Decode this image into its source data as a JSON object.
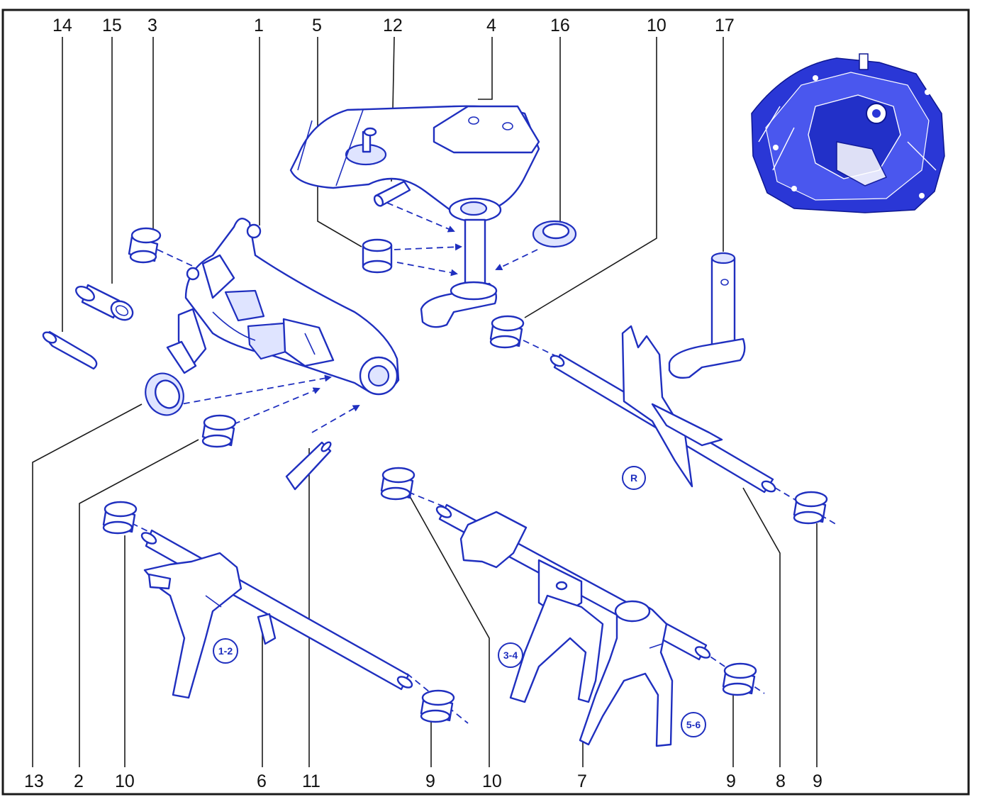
{
  "callouts": {
    "top": [
      "14",
      "15",
      "3",
      "1",
      "5",
      "12",
      "4",
      "16",
      "10",
      "17"
    ],
    "bottom": [
      "13",
      "2",
      "10",
      "6",
      "11",
      "9",
      "10",
      "7",
      "9",
      "8",
      "9"
    ]
  },
  "gear_labels": {
    "g12": "1-2",
    "g34": "3-4",
    "g56": "5-6",
    "reverse": "R"
  },
  "colors": {
    "line": "#1f2fbf",
    "frame": "#1a1a1a",
    "housing": "#2a37d6"
  }
}
